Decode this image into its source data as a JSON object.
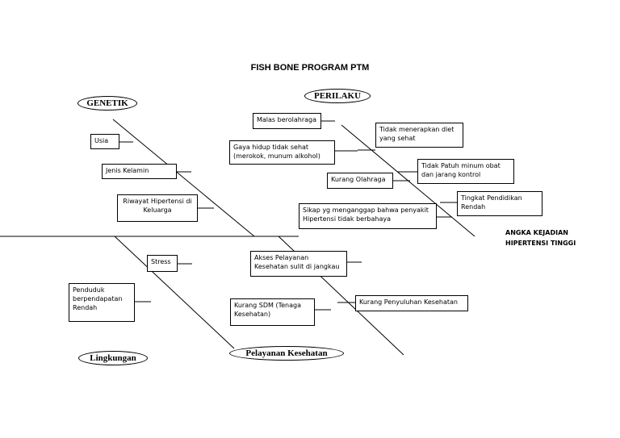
{
  "title": "FISH BONE PROGRAM PTM",
  "effect": {
    "line1": "ANGKA KEJADIAN",
    "line2": "HIPERTENSI TINGGI"
  },
  "categories": {
    "genetik": "GENETIK",
    "perilaku": "PERILAKU",
    "lingkungan": "Lingkungan",
    "pelayanan": "Pelayanan Kesehatan"
  },
  "causes": {
    "usia": "Usia",
    "jenis_kelamin": "Jenis Kelamin",
    "riwayat": "Riwayat Hipertensi di Keluarga",
    "malas": "Malas berolahraga",
    "gaya_hidup": "Gaya hidup tidak sehat (merokok, munum alkohol)",
    "kurang_olahraga": "Kurang Olahraga",
    "sikap": "Sikap yg menganggap bahwa penyakit Hipertensi tidak berbahaya",
    "tidak_diet": "Tidak menerapkan diet yang sehat",
    "tidak_patuh": "Tidak Patuh minum obat dan jarang kontrol",
    "pendidikan": "Tingkat Pendidikan Rendah",
    "stress": "Stress",
    "penduduk": "Penduduk berpendapatan Rendah",
    "akses": "Akses Pelayanan Kesehatan sulit di jangkau",
    "kurang_sdm": "Kurang SDM (Tenaga Kesehatan)",
    "penyuluhan": "Kurang Penyuluhan Kesehatan"
  }
}
